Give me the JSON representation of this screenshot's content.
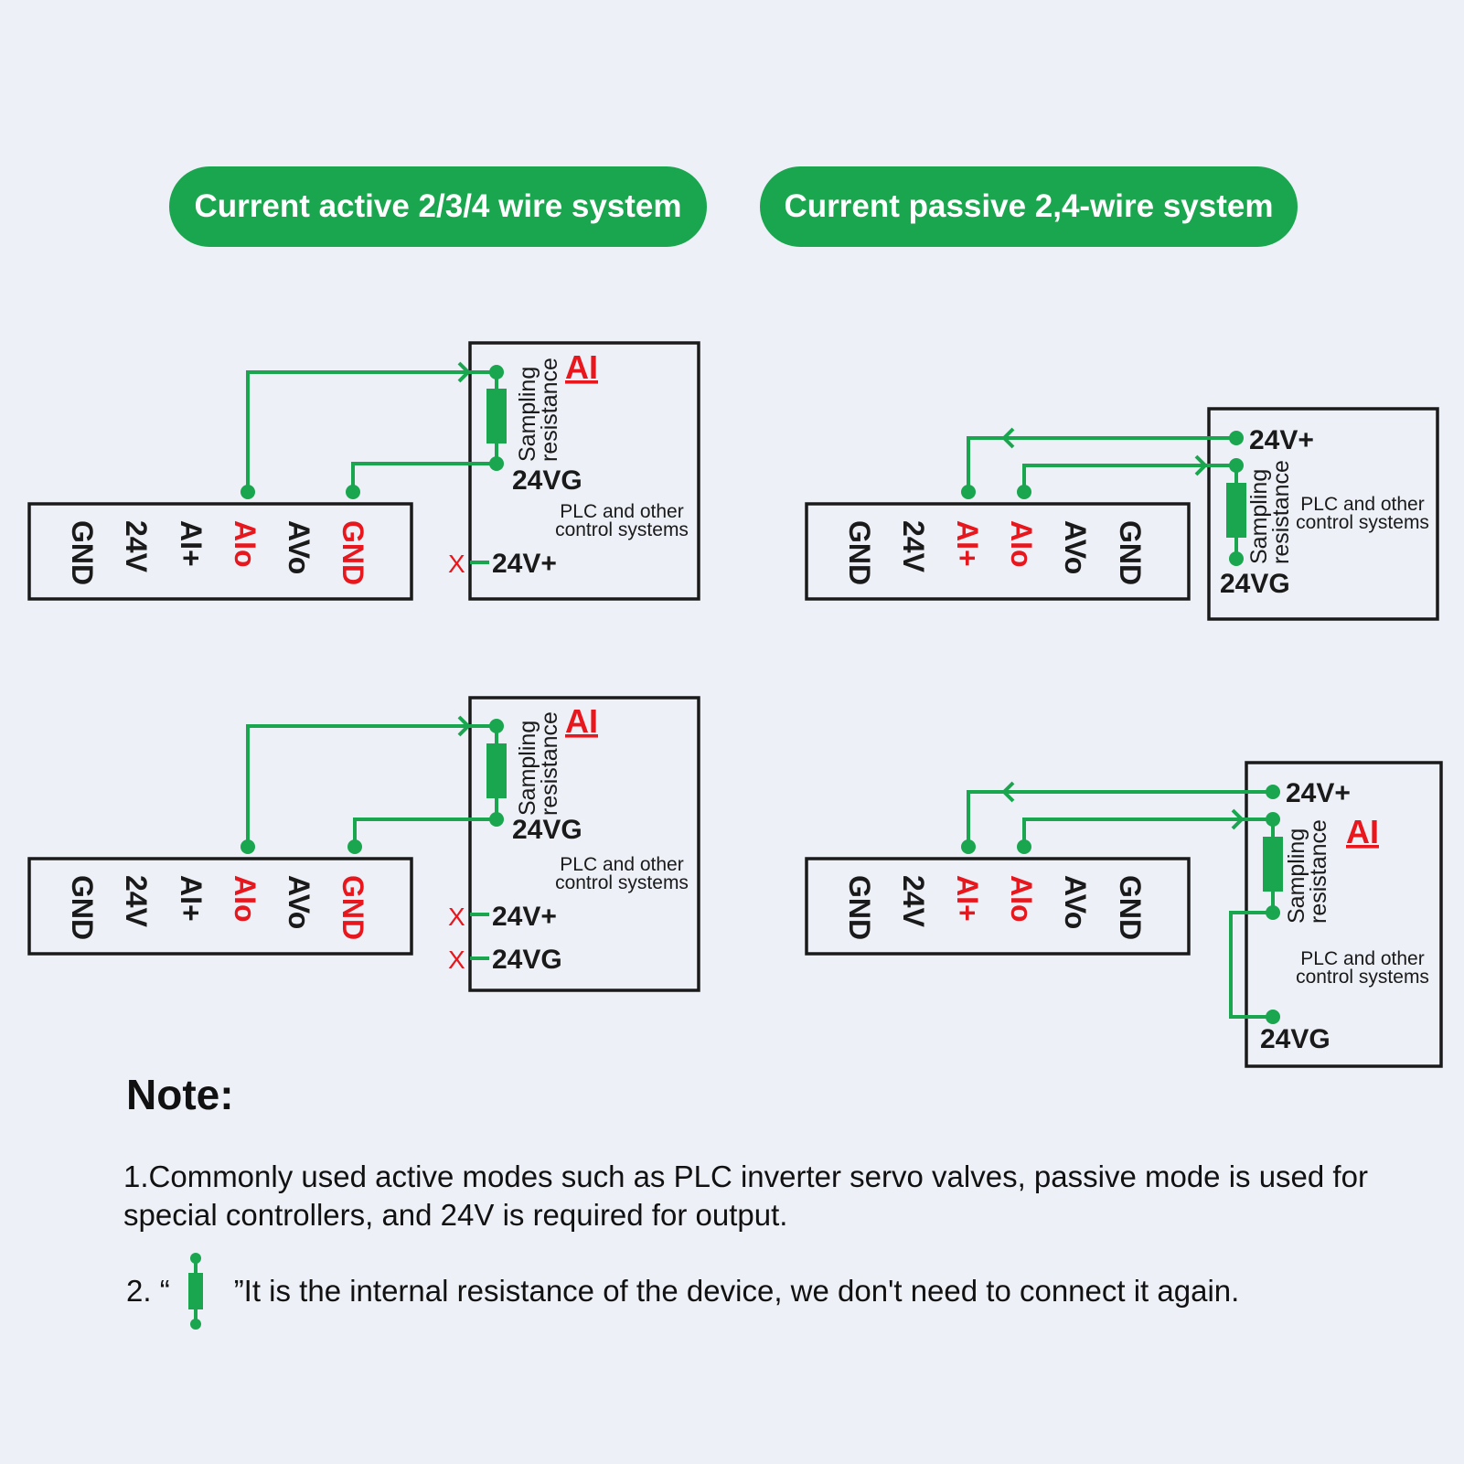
{
  "headers": {
    "active": "Current active 2/3/4 wire system",
    "passive": "Current passive 2,4-wire system"
  },
  "terminals": {
    "left_top": [
      "GND",
      "24V",
      "AI+",
      "AIo",
      "AVo",
      "GND"
    ],
    "left_bottom": [
      "GND",
      "24V",
      "AI+",
      "AIo",
      "AVo",
      "GND"
    ],
    "right_top": [
      "GND",
      "24V",
      "AI+",
      "AIo",
      "AVo",
      "GND"
    ],
    "right_bottom": [
      "GND",
      "24V",
      "AI+",
      "AIo",
      "AVo",
      "GND"
    ]
  },
  "labels": {
    "sampling": "Sampling",
    "resistance": "resistance",
    "ai": "AI",
    "plc_line1": "PLC and other",
    "plc_line2": "control systems",
    "v24g": "24VG",
    "v24plus": "24V+",
    "x_mark": "X"
  },
  "note": {
    "title": "Note:",
    "line1": "1.Commonly used active modes such as PLC inverter servo valves, passive mode is used for special controllers, and 24V is required for output.",
    "line2_prefix": "2. “",
    "line2_suffix": "”It is the internal resistance of the device, we don't need to connect it again."
  },
  "colors": {
    "green": "#1aa64f",
    "red": "#e8171d",
    "background": "#edf0f6",
    "text": "#111111"
  }
}
